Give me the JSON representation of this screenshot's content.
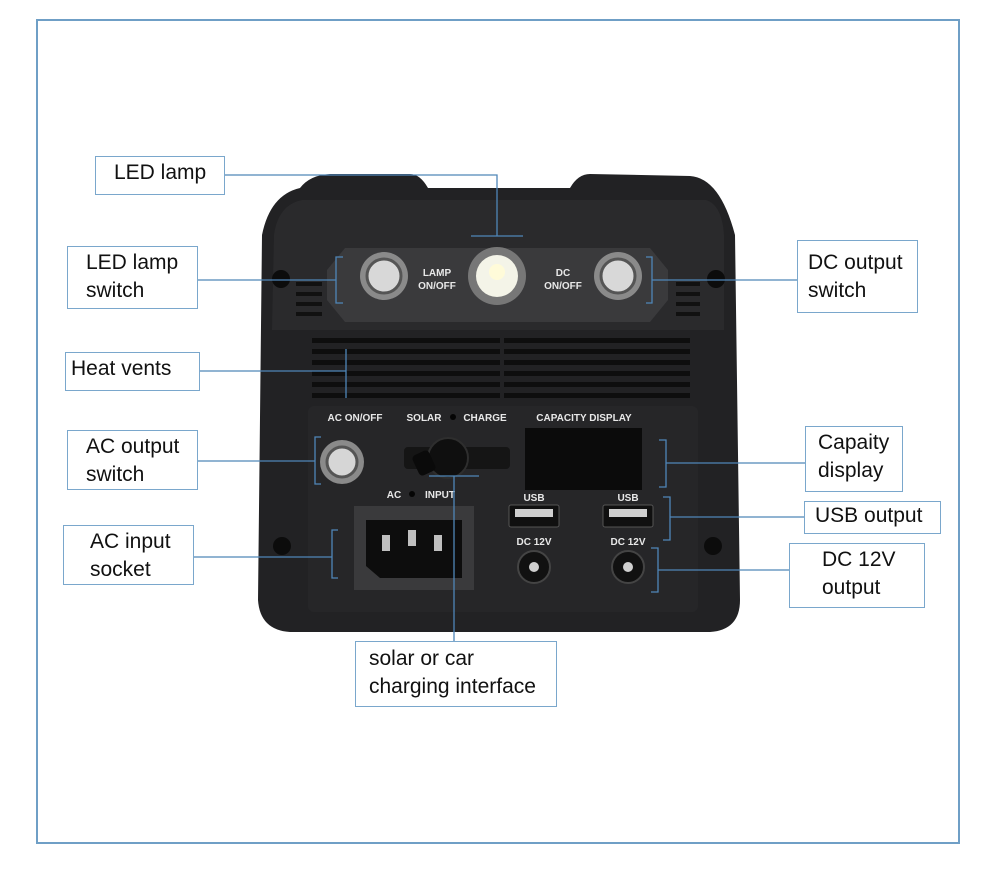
{
  "callouts": {
    "led_lamp": "LED lamp",
    "led_lamp_switch": [
      "LED lamp",
      "switch"
    ],
    "heat_vents": "Heat vents",
    "ac_output_switch": [
      "AC output",
      "switch"
    ],
    "ac_input_socket": [
      "AC input",
      "socket"
    ],
    "solar_charging": [
      "solar or car",
      "charging interface"
    ],
    "dc_output_switch": [
      "DC output",
      "switch"
    ],
    "capacity_display": [
      "Capaity",
      "display"
    ],
    "usb_output": "USB output",
    "dc12v_output": [
      "DC 12V",
      "output"
    ]
  },
  "panel_labels": {
    "lamp_on_off": [
      "LAMP",
      "ON/OFF"
    ],
    "dc_on_off": [
      "DC",
      "ON/OFF"
    ],
    "ac_on_off": "AC  ON/OFF",
    "solar": "SOLAR",
    "charge": "CHARGE",
    "capacity_display": "CAPACITY  DISPLAY",
    "ac": "AC",
    "input": "INPUT",
    "usb": "USB",
    "dc_12v": "DC 12V"
  },
  "colors": {
    "frame": "#6f9fc6",
    "leader": "#4f86b8",
    "device_body": "#1f1f21"
  }
}
